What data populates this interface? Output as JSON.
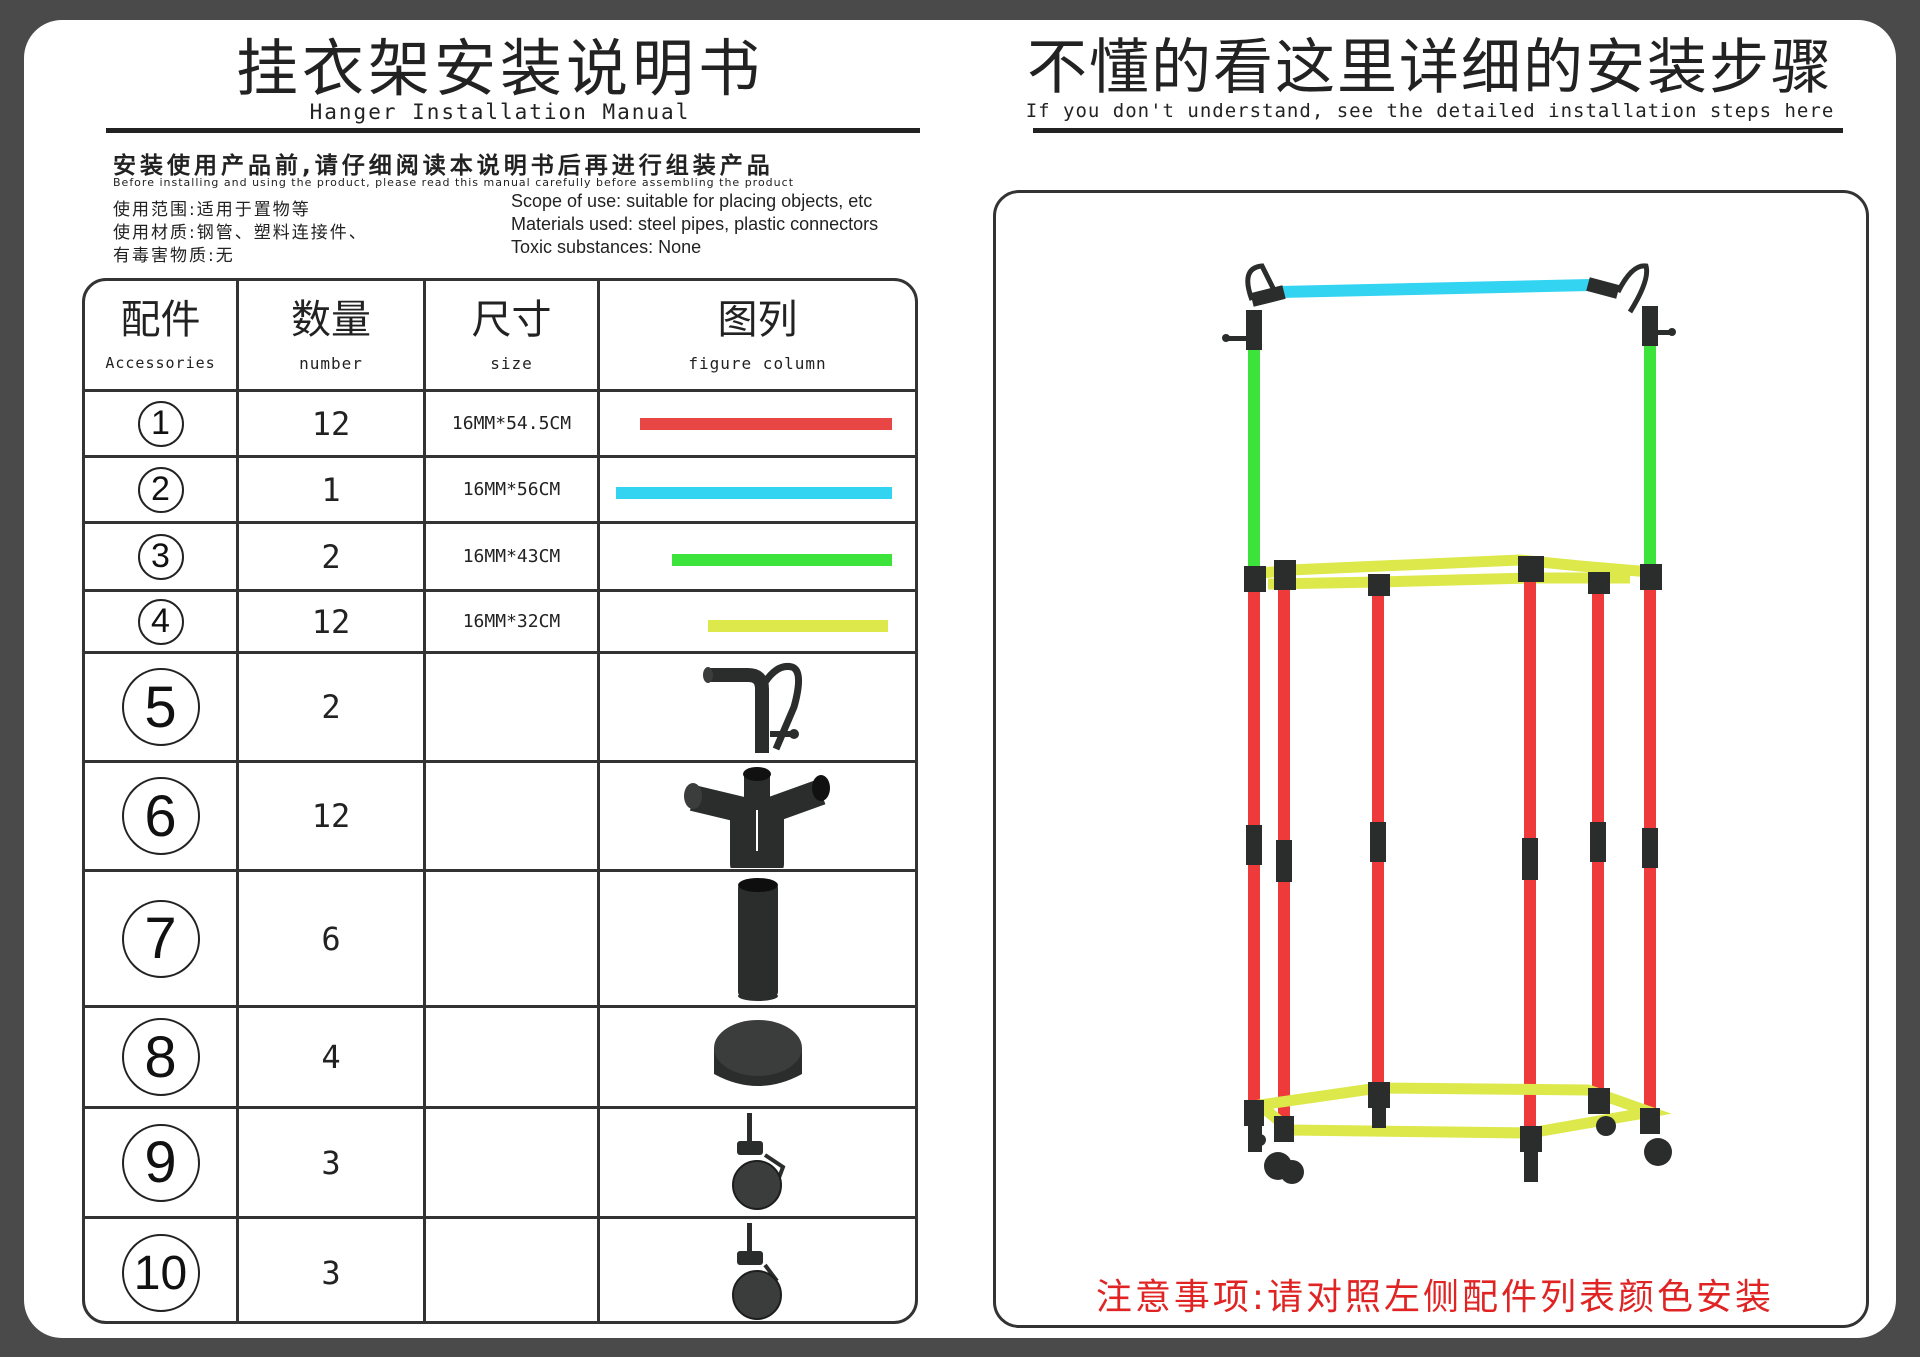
{
  "left_title": {
    "cn": "挂衣架安装说明书",
    "en": "Hanger Installation Manual"
  },
  "right_title": {
    "cn": "不懂的看这里详细的安装步骤",
    "en": "If you don't understand, see the detailed installation steps here"
  },
  "intro": {
    "headline_cn": "安装使用产品前,请仔细阅读本说明书后再进行组装产品",
    "headline_en": "Before installing and using the product, please read this manual carefully before assembling the product",
    "scope_cn": "使用范围:适用于置物等",
    "materials_cn": "使用材质:钢管、塑料连接件、",
    "toxic_cn": "有毒害物质:无",
    "scope_en": "Scope of use: suitable for placing objects, etc",
    "materials_en": "Materials used: steel pipes, plastic connectors",
    "toxic_en": "Toxic substances: None"
  },
  "table": {
    "headers": [
      {
        "cn": "配件",
        "en": "Accessories"
      },
      {
        "cn": "数量",
        "en": "number"
      },
      {
        "cn": "尺寸",
        "en": "size"
      },
      {
        "cn": "图列",
        "en": "figure column"
      }
    ],
    "rows": [
      {
        "no": "1",
        "qty": "12",
        "size": "16MM*54.5CM",
        "figure": "red-pipe",
        "color": "#e84545"
      },
      {
        "no": "2",
        "qty": "1",
        "size": "16MM*56CM",
        "figure": "cyan-pipe",
        "color": "#33d4f2"
      },
      {
        "no": "3",
        "qty": "2",
        "size": "16MM*43CM",
        "figure": "green-pipe",
        "color": "#3be33b"
      },
      {
        "no": "4",
        "qty": "12",
        "size": "16MM*32CM",
        "figure": "yellow-pipe",
        "color": "#dde84a"
      },
      {
        "no": "5",
        "qty": "2",
        "size": "",
        "figure": "hook-connector-icon"
      },
      {
        "no": "6",
        "qty": "12",
        "size": "",
        "figure": "three-way-connector-icon"
      },
      {
        "no": "7",
        "qty": "6",
        "size": "",
        "figure": "straight-sleeve-icon"
      },
      {
        "no": "8",
        "qty": "4",
        "size": "",
        "figure": "foot-cap-icon"
      },
      {
        "no": "9",
        "qty": "3",
        "size": "",
        "figure": "caster-wheel-icon"
      },
      {
        "no": "10",
        "qty": "3",
        "size": "",
        "figure": "caster-wheel-icon"
      }
    ]
  },
  "note": "注意事项:请对照左侧配件列表颜色安装"
}
